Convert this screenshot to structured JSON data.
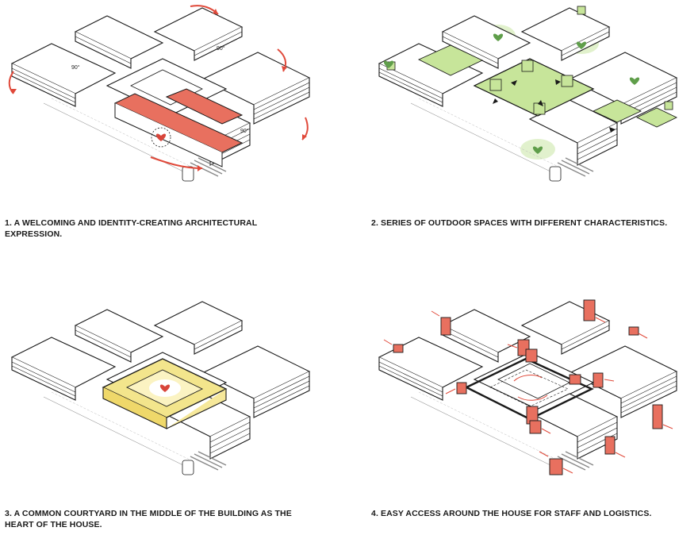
{
  "panels": [
    {
      "caption": "1. A WELCOMING AND IDENTITY-CREATING ARCHITECTURAL EXPRESSION.",
      "angle_label": "90°"
    },
    {
      "caption": "2. SERIES OF OUTDOOR SPACES WITH DIFFERENT CHARACTERISTICS."
    },
    {
      "caption": "3. A COMMON COURTYARD IN THE MIDDLE OF THE BUILDING AS THE HEART OF THE HOUSE."
    },
    {
      "caption": "4. EASY ACCESS AROUND THE HOUSE FOR STAFF AND LOGISTICS."
    }
  ],
  "colors": {
    "line": "#1a1a1a",
    "accent_red": "#e8705f",
    "arrow_red": "#e0493a",
    "green": "#c7e59a",
    "green_glow": "#dcefc4",
    "heart_green": "#5f9e4a",
    "courtyard_yellow": "#f3e58c",
    "courtyard_glow": "#fbf3c2",
    "heart_red": "#d8453a"
  },
  "icons": [
    "heart-icon",
    "direction-arrow-icon",
    "rotation-arrow-icon",
    "tree-icon"
  ]
}
